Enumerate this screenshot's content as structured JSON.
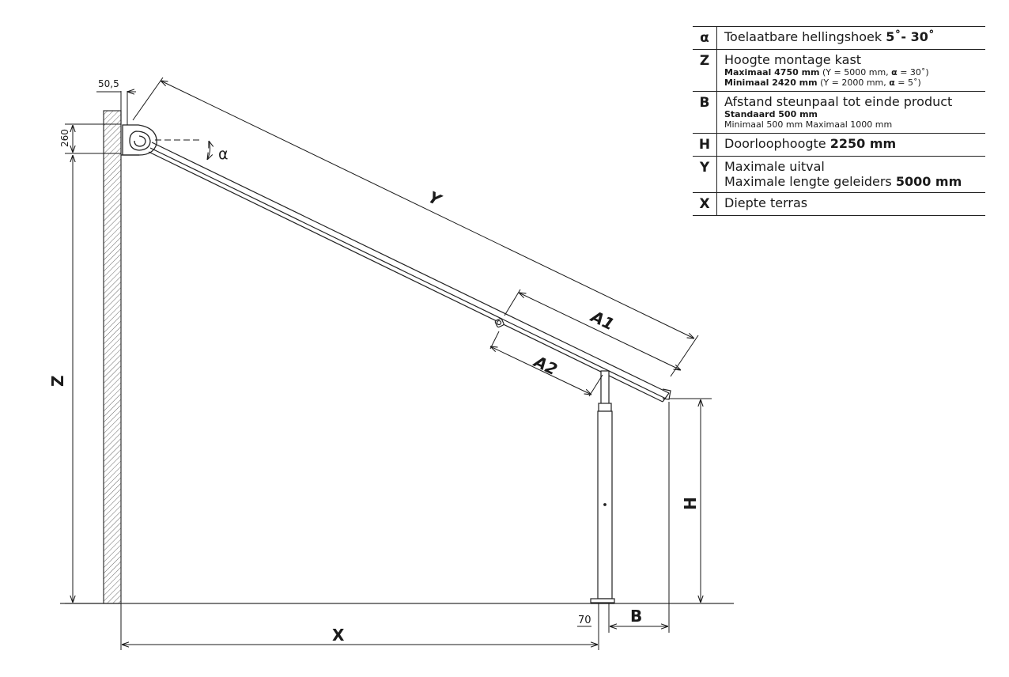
{
  "dimensions": {
    "top_width": "50,5",
    "box_height": "260",
    "alpha": "α",
    "z": "Z",
    "y": "Y",
    "a1": "A1",
    "a2": "A2",
    "h": "H",
    "x": "X",
    "b": "B",
    "post_width": "70"
  },
  "legend": [
    {
      "symbol": "α",
      "text": "Toelaatbare hellingshoek ",
      "bold": "5˚- 30˚",
      "sub": []
    },
    {
      "symbol": "Z",
      "text": "Hoogte montage kast",
      "bold": "",
      "sub": [
        {
          "bold": "Maximaal 4750 mm",
          "text": " (Y = 5000 mm, ",
          "bold2": "α",
          "text2": " = 30˚)"
        },
        {
          "bold": "Minimaal 2420 mm",
          "text": " (Y = 2000 mm, ",
          "bold2": "α",
          "text2": " =  5˚)"
        }
      ]
    },
    {
      "symbol": "B",
      "text": "Afstand steunpaal tot einde product",
      "bold": "",
      "sub": [
        {
          "bold": "Standaard 500 mm",
          "text": "",
          "bold2": "",
          "text2": ""
        },
        {
          "bold": "",
          "text": "Minimaal 500 mm Maximaal 1000 mm",
          "bold2": "",
          "text2": ""
        }
      ]
    },
    {
      "symbol": "H",
      "text": "Doorloophoogte ",
      "bold": "2250 mm",
      "sub": []
    },
    {
      "symbol": "Y",
      "text": "Maximale uitval",
      "bold": "",
      "line2": "Maximale lengte geleiders ",
      "line2_bold": "5000 mm",
      "sub": []
    },
    {
      "symbol": "X",
      "text": "Diepte terras",
      "bold": "",
      "sub": []
    }
  ]
}
